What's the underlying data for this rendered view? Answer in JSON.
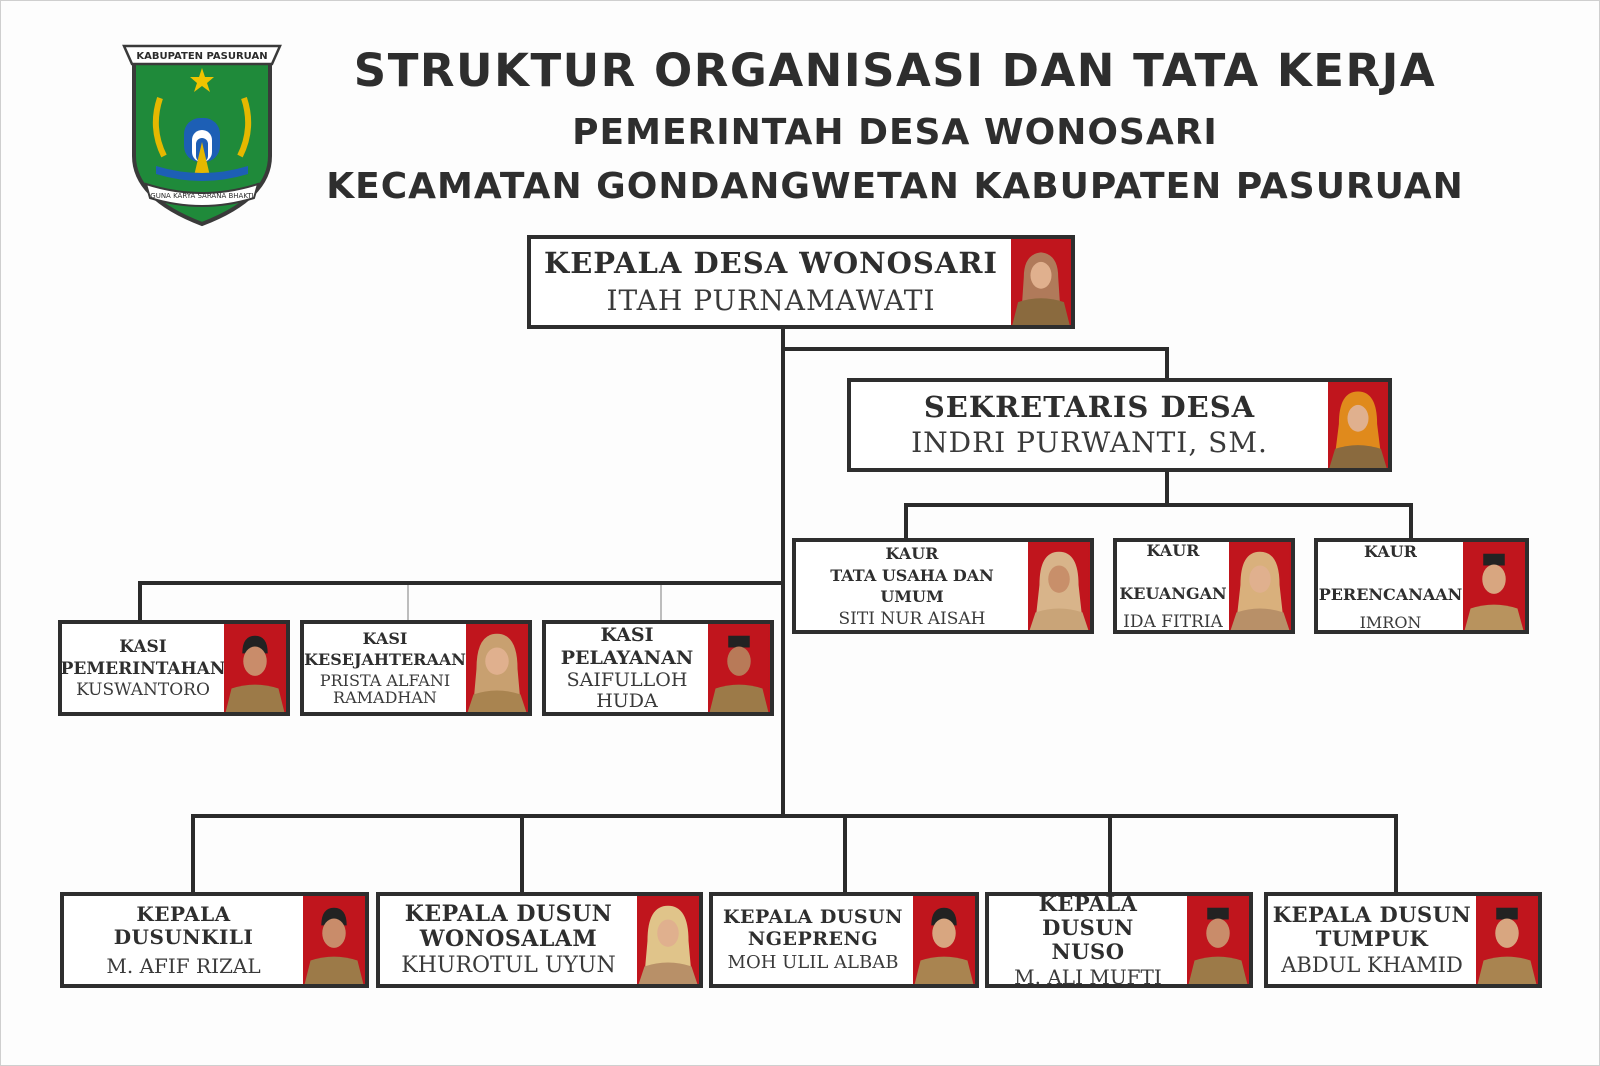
{
  "header": {
    "title_line1": "STRUKTUR ORGANISASI DAN TATA KERJA",
    "title_line2": "PEMERINTAH DESA WONOSARI",
    "title_line3": "KECAMATAN GONDANGWETAN KABUPATEN PASURUAN"
  },
  "logo": {
    "banner_top": "KABUPATEN PASURUAN",
    "banner_bottom": "GUNA KARYA SARANA BHAKTI",
    "icon": "regency-crest-icon"
  },
  "colors": {
    "border": "#2e2e2e",
    "photo_background": "#c0151d",
    "crest_green": "#1f8a3a"
  },
  "kepala_desa": {
    "role": "KEPALA DESA WONOSARI",
    "name": "ITAH PURNAMAWATI"
  },
  "sekretaris": {
    "role": "SEKRETARIS DESA",
    "name": "INDRI PURWANTI, SM."
  },
  "kaur": [
    {
      "role": "KAUR\nTATA USAHA DAN UMUM",
      "name": "SITI NUR AISAH"
    },
    {
      "role": "KAUR\n\nKEUANGAN",
      "name": "IDA FITRIA"
    },
    {
      "role": "KAUR\n\nPERENCANAAN",
      "name": "IMRON"
    }
  ],
  "kasi": [
    {
      "role": "KASI\nPEMERINTAHAN",
      "name": "KUSWANTORO"
    },
    {
      "role": "KASI\nKESEJAHTERAAN",
      "name": "PRISTA ALFANI\nRAMADHAN"
    },
    {
      "role": "KASI\nPELAYANAN",
      "name": "SAIFULLOH\nHUDA"
    }
  ],
  "kepala_dusun": [
    {
      "role": "KEPALA DUSUNKILI",
      "name": "M. AFIF RIZAL"
    },
    {
      "role": "KEPALA DUSUN\nWONOSALAM",
      "name": "KHUROTUL UYUN"
    },
    {
      "role": "KEPALA DUSUN\nNGEPRENG",
      "name": "MOH ULIL ALBAB"
    },
    {
      "role": "KEPALA DUSUN\nNUSO",
      "name": "M. ALI MUFTI"
    },
    {
      "role": "KEPALA DUSUN\nTUMPUK",
      "name": "ABDUL KHAMID"
    }
  ]
}
